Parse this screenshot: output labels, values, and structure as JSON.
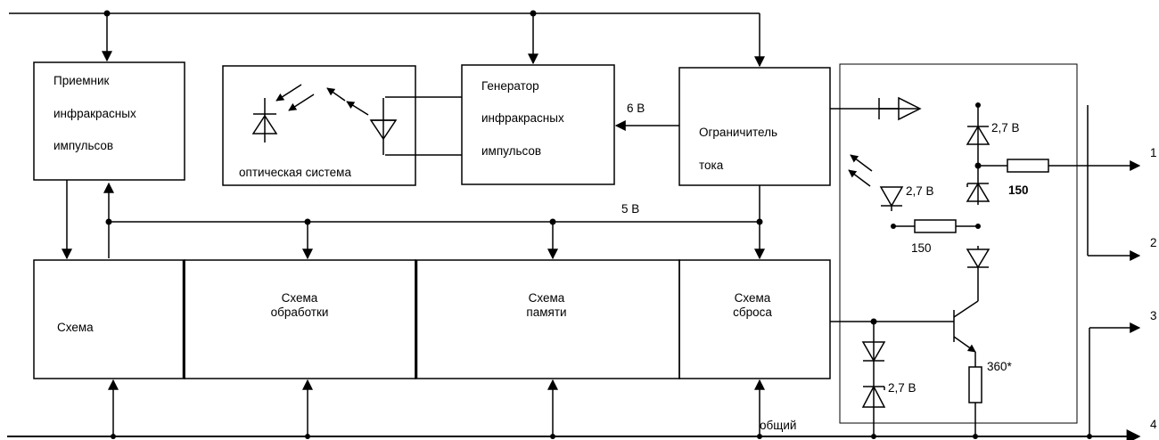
{
  "blocks": {
    "receiver": [
      "Приемник",
      "инфракрасных",
      "импульсов"
    ],
    "optics": "оптическая система",
    "generator": [
      "Генератор",
      "инфракрасных",
      "импульсов"
    ],
    "limiter": [
      "Ограничитель",
      "тока"
    ],
    "scheme": "Схема",
    "processing": [
      "Схема",
      "обработки"
    ],
    "memory": [
      "Схема",
      "памяти"
    ],
    "reset": [
      "Схема",
      "сброса"
    ]
  },
  "labels": {
    "v6": "6 В",
    "v5": "5 В",
    "common": "общий",
    "zener_a": "2,7 В",
    "zener_b": "2,7 В",
    "zener_c": "2,7 В",
    "r1": "150",
    "r2": "150",
    "r3": "360*"
  },
  "terminals": [
    "1",
    "2",
    "3",
    "4"
  ]
}
